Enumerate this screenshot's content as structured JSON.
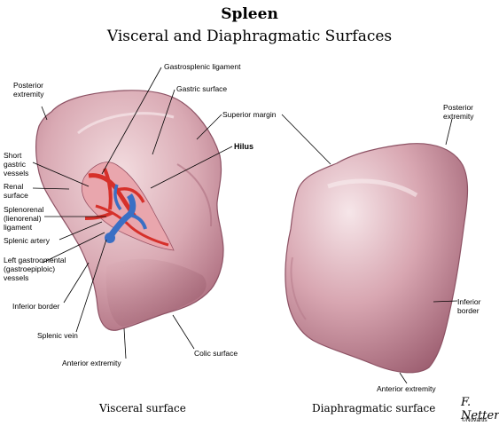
{
  "title": "Spleen",
  "subtitle": "Visceral and Diaphragmatic Surfaces",
  "labels": {
    "gastrosplenic_ligament": "Gastrosplenic ligament",
    "gastric_surface": "Gastric surface",
    "superior_margin": "Superior margin",
    "hilus": "Hilus",
    "posterior_extremity_left": "Posterior\nextremity",
    "posterior_extremity_right": "Posterior\nextremity",
    "short_gastric_vessels": "Short\ngastric\nvessels",
    "renal_surface": "Renal\nsurface",
    "splenorenal_ligament": "Splenorenal\n(lienorenal)\nligament",
    "splenic_artery": "Splenic artery",
    "left_gastroomental_vessels": "Left gastroomental\n(gastroepiploic)\nvessels",
    "inferior_border_left": "Inferior border",
    "inferior_border_right": "Inferior\nborder",
    "splenic_vein": "Splenic vein",
    "colic_surface": "Colic surface",
    "anterior_extremity_left": "Anterior extremity",
    "anterior_extremity_right": "Anterior extremity"
  },
  "captions": {
    "visceral": "Visceral surface",
    "diaphragmatic": "Diaphragmatic surface"
  },
  "colors": {
    "spleen_light": "#e9c6cc",
    "spleen_mid": "#c98e9b",
    "spleen_dark": "#9c5f6e",
    "artery": "#d6302a",
    "vein": "#3a6fc4",
    "hilus_fat": "#e8a0a8"
  },
  "signature": {
    "name": "F. Netter",
    "copyright": "©Novartis"
  }
}
